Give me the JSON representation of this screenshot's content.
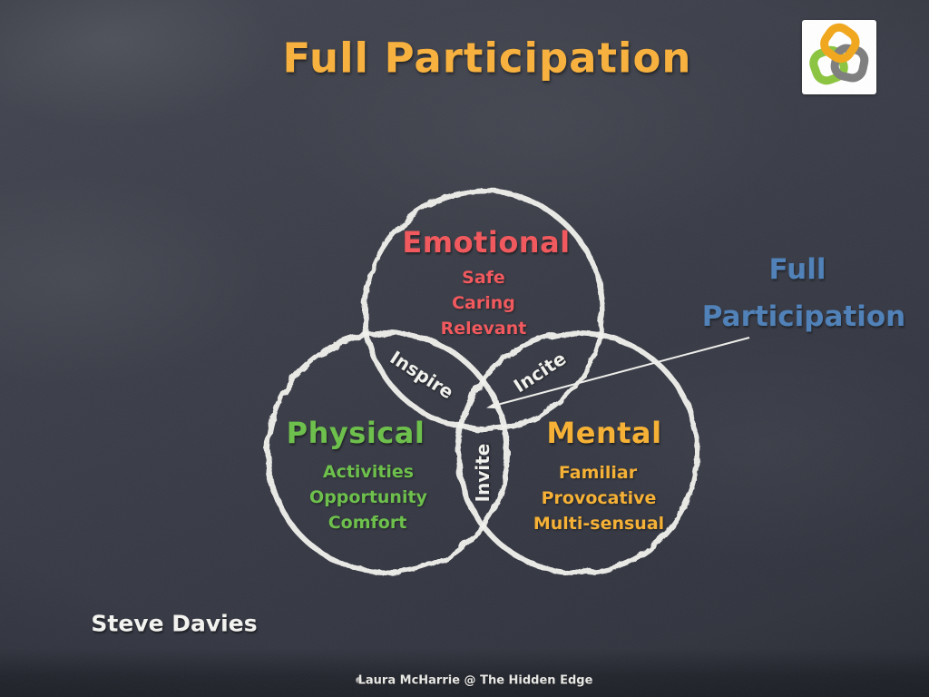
{
  "slide": {
    "title": "Full Participation",
    "author": "Steve Davies",
    "footer": {
      "text": "Laura McHarrie @ The Hidden Edge"
    },
    "colors": {
      "background": "#363A44",
      "chalk": "#F3F3EF",
      "title": "#F9B13C",
      "emotional": "#F2575C",
      "physical": "#6CC04A",
      "mental": "#F7B133",
      "annotation_blue": "#4E80B8"
    }
  },
  "diagram": {
    "type": "venn-3",
    "circles": [
      {
        "label": "Emotional",
        "color": "#F2575C",
        "items": [
          "Safe",
          "Caring",
          "Relevant"
        ]
      },
      {
        "label": "Physical",
        "color": "#6CC04A",
        "items": [
          "Activities",
          "Opportunity",
          "Comfort"
        ]
      },
      {
        "label": "Mental",
        "color": "#F7B133",
        "items": [
          "Familiar",
          "Provocative",
          "Multi-sensual"
        ]
      }
    ],
    "overlaps": [
      {
        "between": "Emotional & Physical",
        "label": "Inspire"
      },
      {
        "between": "Emotional & Mental",
        "label": "Incite"
      },
      {
        "between": "Physical & Mental",
        "label": "Invite"
      }
    ],
    "annotation": {
      "line1": "Full",
      "line2": "Participation",
      "points_to": "venn-center"
    }
  },
  "logo": {
    "name": "three-interlocking-rings",
    "colors": {
      "orange": "#F2A71C",
      "green": "#8BC53F",
      "gray": "#7E7E7E"
    }
  }
}
